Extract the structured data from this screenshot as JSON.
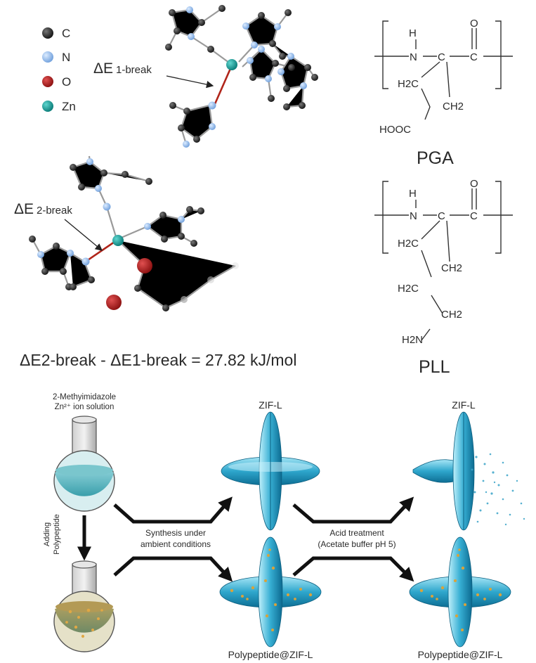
{
  "legend": {
    "items": [
      {
        "label": "C",
        "color": "#1c1c1c"
      },
      {
        "label": "N",
        "color": "#8ab8ec"
      },
      {
        "label": "O",
        "color": "#a01c1c"
      },
      {
        "label": "Zn",
        "color": "#0f8a86"
      }
    ]
  },
  "energy": {
    "label1_delta": "ΔE",
    "label1_sub": "1-break",
    "label2_delta": "ΔE",
    "label2_sub": "2-break",
    "equation": "ΔE2-break - ΔE1-break = 27.82 kJ/mol"
  },
  "structures": {
    "pga": {
      "name": "PGA",
      "atoms": {
        "H": "H",
        "N": "N",
        "C": "C",
        "O": "O",
        "CH": "C",
        "H2C": "H2C",
        "CH2": "CH2",
        "HOOC": "HOOC"
      }
    },
    "pll": {
      "name": "PLL",
      "atoms": {
        "H": "H",
        "N": "N",
        "C": "C",
        "O": "O",
        "CH": "C",
        "H2C_1": "H2C",
        "CH2_1": "CH2",
        "H2C_2": "H2C",
        "CH2_2": "CH2",
        "H2N": "H2N"
      }
    }
  },
  "scheme": {
    "flask1_label_line1": "2-Methyimidazole",
    "flask1_label_line2": "Zn²⁺ ion solution",
    "adding_line1": "Adding",
    "adding_line2": "Polypeptide",
    "zif_top_left": "ZIF-L",
    "zif_top_right": "ZIF-L",
    "synthesis_line1": "Synthesis under",
    "synthesis_line2": "ambient conditions",
    "acid_line1": "Acid treatment",
    "acid_line2": "(Acetate buffer pH 5)",
    "bottom_left": "Polypeptide@ZIF-L",
    "bottom_right": "Polypeptide@ZIF-L"
  },
  "colors": {
    "zif": "#2aa0c8",
    "zif_light": "#8fd8ee",
    "solution_top": "#5ab7c0",
    "solution_bottom": "#9a9a63",
    "particles": "#d9a33a"
  }
}
